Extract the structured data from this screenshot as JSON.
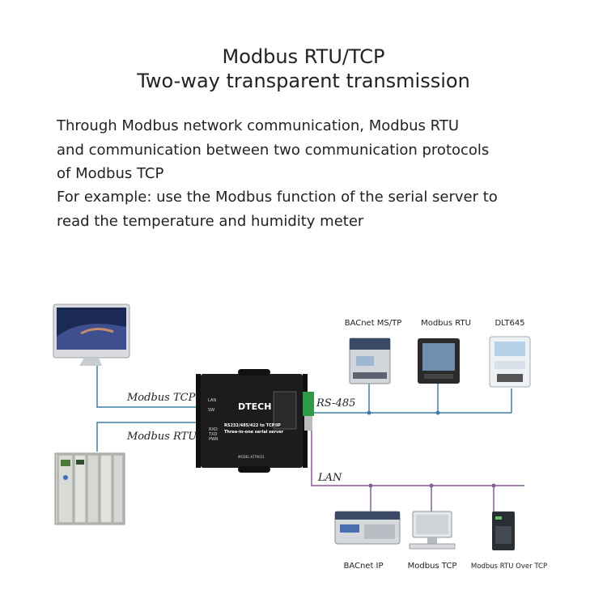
{
  "title": {
    "line1": "Modbus RTU/TCP",
    "line2": "Two-way transparent transmission"
  },
  "description": [
    "Through Modbus network communication, Modbus RTU",
    "and communication between two communication protocols",
    "of Modbus TCP",
    "For example: use the Modbus function of the serial server to",
    "read the temperature and humidity meter"
  ],
  "diagram": {
    "link_labels": {
      "modbus_tcp": "Modbus TCP",
      "modbus_rtu": "Modbus RTU",
      "rs485": "RS-485",
      "lan": "LAN"
    },
    "top_devices": [
      "BACnet MS/TP",
      "Modbus RTU",
      "DLT645"
    ],
    "bottom_devices": [
      "BACnet IP",
      "Modbus TCP",
      "Modbus RTU Over TCP"
    ],
    "server": {
      "brand": "DTECH",
      "model_line1": "RS232/485/422 to TCP/IP",
      "model_line2": "Three-in-one serial server",
      "model_no": "MODEL:IOT9031",
      "indicators": [
        "LAN",
        "SW",
        "RXD",
        "TXD",
        "PWR"
      ]
    },
    "colors": {
      "serial_line": "#3c7fa8",
      "lan_line": "#8a5a9e"
    }
  }
}
